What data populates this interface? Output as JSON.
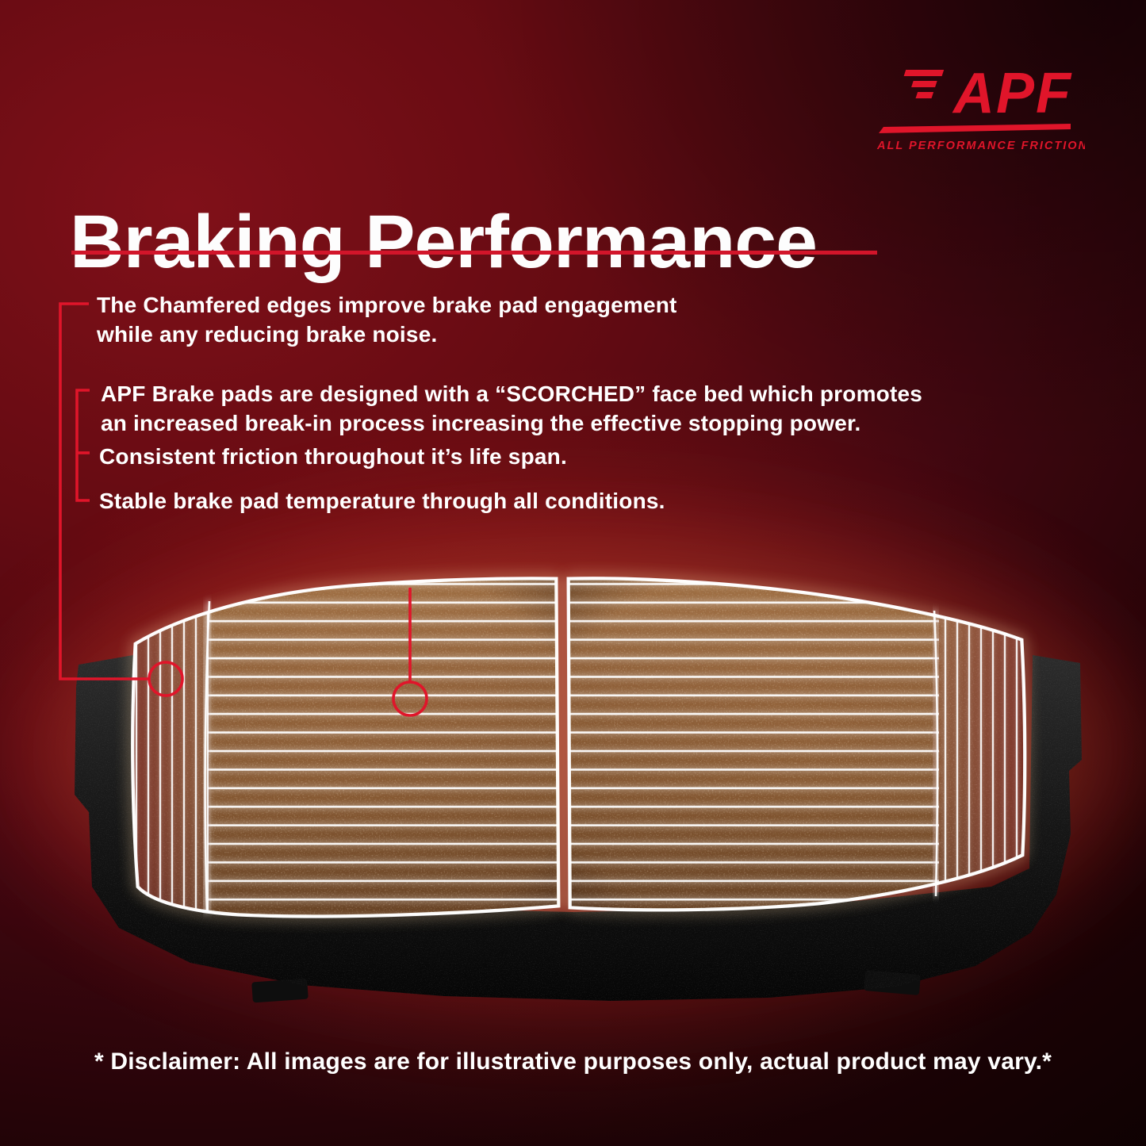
{
  "brand": {
    "name": "APF",
    "tagline": "ALL PERFORMANCE FRICTION"
  },
  "heading": {
    "title": "Braking Performance"
  },
  "bullets": [
    {
      "text": "The Chamfered edges improve brake pad engagement\nwhile any reducing brake noise."
    },
    {
      "text": "APF Brake pads are designed with a “SCORCHED” face bed which promotes\nan increased break-in process increasing the effective stopping power."
    },
    {
      "text": "Consistent friction throughout it’s life span."
    },
    {
      "text": "Stable brake pad temperature through all conditions."
    }
  ],
  "footer": {
    "disclaimer": "* Disclaimer: All images are for illustrative purposes only, actual product may vary.*"
  },
  "colors": {
    "accent_red": "#e0152a",
    "underline_red": "#d2152a",
    "background_red": "#650b12",
    "pad_copper": "#875932",
    "glow_warm": "#ffd9a6"
  }
}
